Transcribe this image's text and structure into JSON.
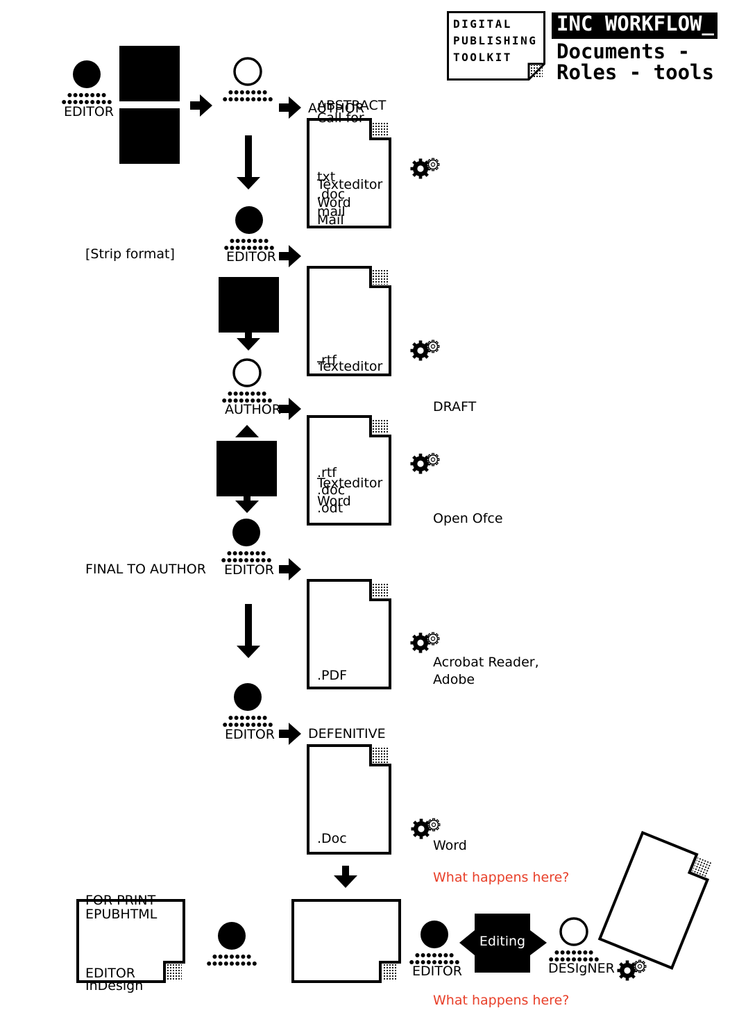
{
  "header": {
    "logo_line1": "DIGITAL",
    "logo_line2": "PUBLISHING",
    "logo_line3": "TOOLKIT",
    "title": "INC WORKFLOW_",
    "subtitle_line1": "Documents -",
    "subtitle_line2": "Roles - tools"
  },
  "roles": {
    "editor_top": "EDITOR",
    "author_top": "AUTHOR",
    "editor_2": "EDITOR",
    "author_2": "AUTHOR",
    "editor_3": "EDITOR",
    "editor_4": "EDITOR",
    "editor_5": "EDITOR",
    "designer": "DESIgNER"
  },
  "documents": {
    "doc1_title": "ABSTRACT",
    "doc1_subtitle": "Call for",
    "doc1_formats": [
      "txt",
      ".doc",
      "mail"
    ],
    "doc1_tools": [
      "Texteditor",
      "Word",
      "Mail"
    ],
    "doc2_format": ".rtf",
    "doc2_tool": "Texteditor",
    "doc3_formats": [
      ".rtf",
      ".doc",
      ".odt"
    ],
    "doc3_tools": [
      "Texteditor",
      "Word"
    ],
    "doc4_format": ".PDF",
    "doc5_title": "DEFENITIVE",
    "doc5_format": ".Doc"
  },
  "notes": {
    "strip_format": "[Strip format]",
    "draft": "DRAFT",
    "open_office": "Open Ofce",
    "final_to_author": "FINAL TO AUTHOR",
    "acrobat_line1": "Acrobat Reader,",
    "acrobat_line2": "Adobe",
    "word_tool": "Word",
    "question_1": "What happens here?",
    "question_2": "What happens here?",
    "editing": "Editing"
  },
  "outputs": {
    "for_print": "FOR PRINT",
    "epub_html": "EPUBHTML",
    "editor_label": "EDITOR",
    "indesign": "InDesign"
  },
  "colors": {
    "ink": "#000000",
    "accent_red": "#e8402a",
    "paper": "#ffffff"
  },
  "icons": [
    "person-filled-icon",
    "person-outline-icon",
    "document-icon",
    "gear-icon",
    "arrow-right-icon",
    "arrow-down-icon",
    "arrow-up-icon"
  ]
}
